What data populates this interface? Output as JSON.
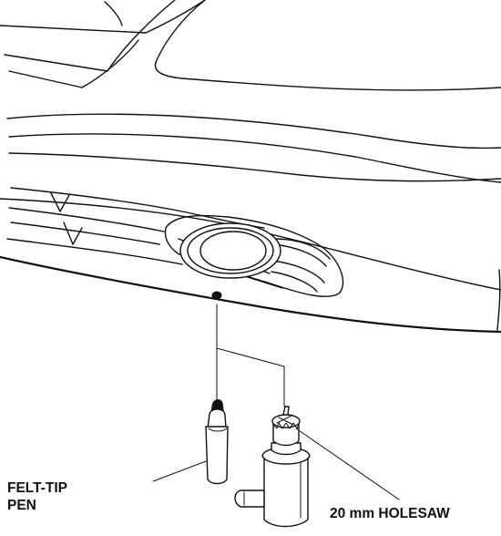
{
  "labels": {
    "pen_line1": "FELT-TIP",
    "pen_line2": "PEN",
    "holesaw": "20 mm HOLESAW"
  },
  "colors": {
    "ink": "#111111",
    "paper": "#ffffff"
  }
}
